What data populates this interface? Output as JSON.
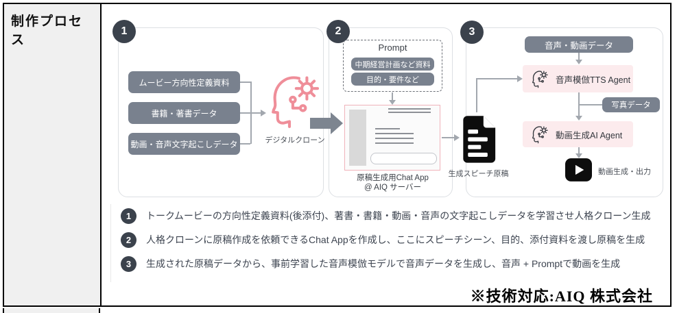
{
  "sidebar": {
    "title": "制作プロセス"
  },
  "diagram": {
    "step1": {
      "badge": "1",
      "inputs": [
        "ムービー方向性定義資料",
        "書籍・著書データ",
        "動画・音声文字起こしデータ"
      ],
      "clone_label": "デジタルクローン"
    },
    "step2": {
      "badge": "2",
      "prompt_title": "Prompt",
      "prompt_items": [
        "中期経営計画など資料",
        "目的・要件など"
      ],
      "app_label_line1": "原稿生成用Chat App",
      "app_label_line2": "@ AIQ サーバー"
    },
    "handoff": {
      "doc_label": "生成スピーチ原稿"
    },
    "step3": {
      "badge": "3",
      "source_label": "音声・動画データ",
      "tts_agent_label": "音声模倣TTS Agent",
      "photo_label": "写真データ",
      "video_agent_label": "動画生成AI Agent",
      "output_label": "動画生成・出力"
    }
  },
  "notes": [
    {
      "badge": "1",
      "text": "トークムービーの方向性定義資料(後添付)、著書・書籍・動画・音声の文字起こしデータを学習させ人格クローン生成"
    },
    {
      "badge": "2",
      "text": "人格クローンに原稿作成を依頼できるChat Appを作成し、ここにスピーチシーン、目的、添付資料を渡し原稿を生成"
    },
    {
      "badge": "3",
      "text": "生成された原稿データから、事前学習した音声模倣モデルで音声データを生成し、音声 + Promptで動画を生成"
    }
  ],
  "footer": {
    "credit": "※技術対応:AIQ 株式会社"
  },
  "icons": {
    "digital_clone": "head-with-gear",
    "tts_agent": "head-with-gear",
    "video_agent": "head-with-gear",
    "speech_doc": "document",
    "output": "play-button"
  },
  "colors": {
    "data_box": "#79818e",
    "badge": "#3b424c",
    "agent_box_bg": "#fcebed",
    "clone_accent": "#ef8e99",
    "connector": "#a2a7ae",
    "sidebar_bg": "#f0f0f0"
  }
}
